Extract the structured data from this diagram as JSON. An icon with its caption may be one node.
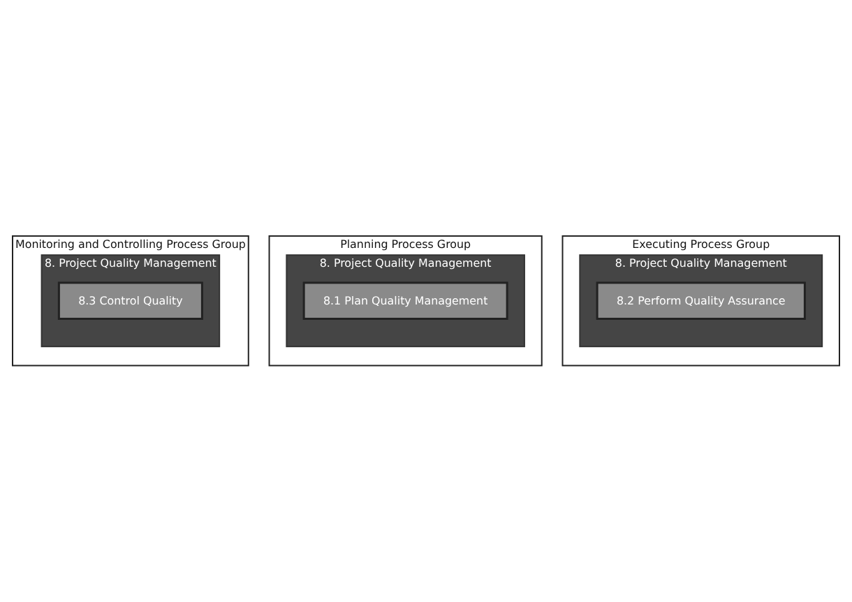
{
  "diagram": {
    "nodes": [
      {
        "text": [
          "Executing Process Group"
        ]
      },
      {
        "text": [
          "8. Project Quality Management"
        ],
        "in": 0
      },
      {
        "text": [
          "8.2 Perform Quality Assurance"
        ],
        "in": 1
      },
      {
        "text": [
          "Planning Process Group"
        ]
      },
      {
        "text": [
          "8. Project Quality Management"
        ],
        "in": 3
      },
      {
        "text": [
          "8.1 Plan Quality Management"
        ],
        "in": 4
      },
      {
        "text": [
          "Monitoring and Controlling Process Group"
        ]
      },
      {
        "text": [
          "8. Project Quality Management"
        ],
        "in": 6
      },
      {
        "text": [
          "8.3 Control Quality"
        ],
        "in": 7
      }
    ]
  }
}
